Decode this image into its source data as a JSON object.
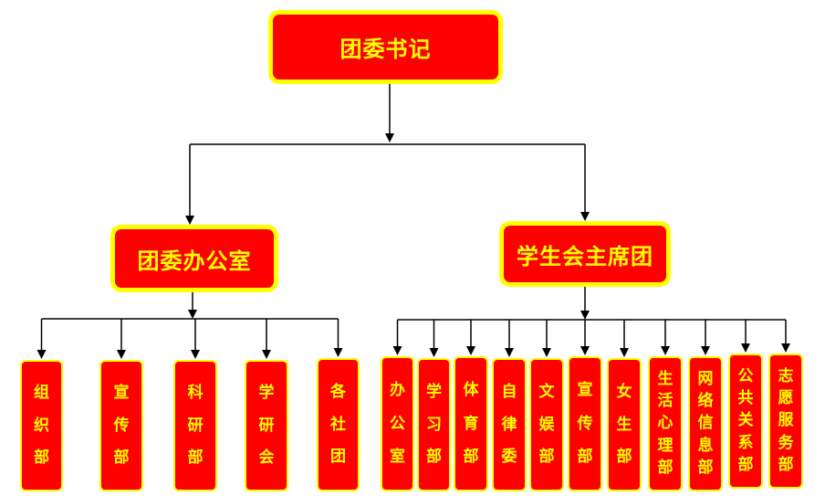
{
  "colors": {
    "box_fill": "#ff0000",
    "box_border": "#ffff00",
    "text": "#ffff00",
    "line": "#000000"
  },
  "root": {
    "label": "团委书记"
  },
  "branches": [
    {
      "label": "团委办公室",
      "children": [
        "组织部",
        "宣传部",
        "科研部",
        "学研会",
        "各社团"
      ]
    },
    {
      "label": "学生会主席团",
      "children": [
        "办公室",
        "学习部",
        "体育部",
        "自律委",
        "文娱部",
        "宣传部",
        "女生部",
        "生活心理部",
        "网络信息部",
        "公共关系部",
        "志愿服务部"
      ]
    }
  ]
}
